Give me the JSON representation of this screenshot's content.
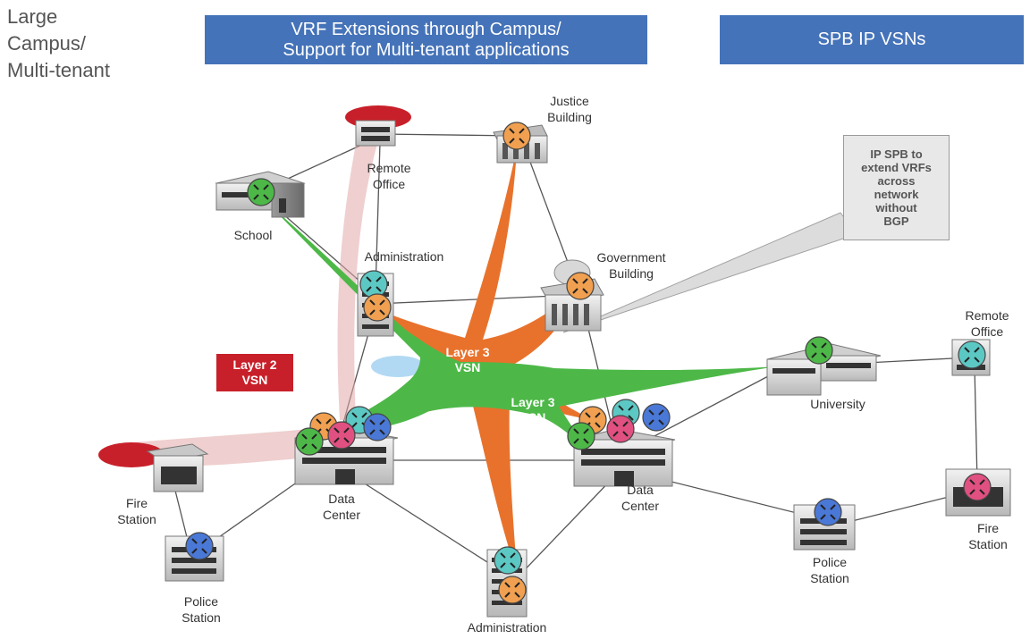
{
  "title_lines": [
    "Large",
    "Campus/",
    "Multi-tenant"
  ],
  "banners": {
    "vrf": {
      "line1": "VRF Extensions through Campus/",
      "line2": "Support for Multi-tenant applications"
    },
    "spb": {
      "text": "SPB IP VSNs"
    }
  },
  "callout": {
    "lines": [
      "IP SPB to",
      "extend VRFs",
      "across",
      "network",
      "without",
      "BGP"
    ]
  },
  "vsn_labels": {
    "layer2": [
      "Layer 2",
      "VSN"
    ],
    "layer3_orange": [
      "Layer 3",
      "VSN"
    ],
    "layer3_green": [
      "Layer 3",
      "VSN"
    ]
  },
  "nodes": {
    "remote_office_top": [
      "Remote",
      "Office"
    ],
    "justice_building": [
      "Justice",
      "Building"
    ],
    "school": [
      "School"
    ],
    "administration_top": [
      "Administration"
    ],
    "government_building": [
      "Government",
      "Building"
    ],
    "remote_office_right": [
      "Remote",
      "Office"
    ],
    "university": [
      "University"
    ],
    "fire_station_left": [
      "Fire",
      "Station"
    ],
    "data_center_left": [
      "Data",
      "Center"
    ],
    "data_center_right": [
      "Data",
      "Center"
    ],
    "police_station_left": [
      "Police",
      "Station"
    ],
    "police_station_right": [
      "Police",
      "Station"
    ],
    "fire_station_right": [
      "Fire",
      "Station"
    ],
    "administration_bottom": [
      "Administration"
    ]
  },
  "colors": {
    "banner": "#4573b9",
    "layer2": "#c8202a",
    "orange_vsn": "#e8722c",
    "green_vsn": "#4db848",
    "router_orange": "#f0a050",
    "router_green": "#4db848",
    "router_teal": "#5cc8c4",
    "router_blue": "#4a78d6",
    "router_pink": "#e05080"
  }
}
